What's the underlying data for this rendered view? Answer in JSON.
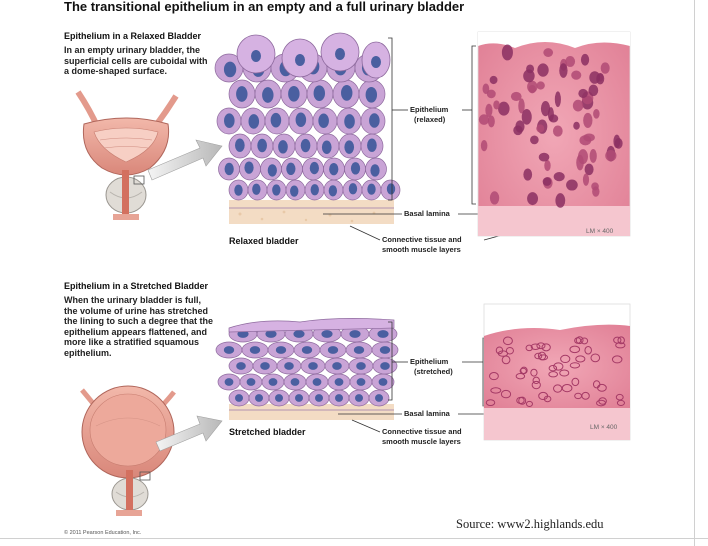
{
  "title": "The transitional epithelium in an empty and a full urinary bladder",
  "relaxed": {
    "heading": "Epithelium in a Relaxed Bladder",
    "description": "In an empty urinary bladder, the superficial cells are cuboidal with a dome-shaped surface.",
    "caption": "Relaxed bladder",
    "epithelium_label": [
      "Epithelium",
      "(relaxed)"
    ],
    "basal_label": "Basal lamina",
    "connective_label": [
      "Connective tissue and",
      "smooth muscle layers"
    ],
    "magnification": "LM × 400"
  },
  "stretched": {
    "heading": "Epithelium in a Stretched Bladder",
    "description": "When the urinary bladder is full, the volume of urine has stretched the lining to such a degree that the epithelium appears flattened, and more like a stratified squamous epithelium.",
    "caption": "Stretched bladder",
    "epithelium_label": [
      "Epithelium",
      "(stretched)"
    ],
    "basal_label": "Basal lamina",
    "connective_label": [
      "Connective tissue and",
      "smooth muscle layers"
    ],
    "magnification": "LM × 400"
  },
  "copyright": "© 2011 Pearson Education, Inc.",
  "source": "Source: www2.highlands.edu",
  "colors": {
    "cell_fill": "#c9a4d6",
    "nucleus": "#4a5fa0",
    "connective": "#f3dcc4",
    "bladder": "#e8a394",
    "micrograph": "#e890a4"
  }
}
